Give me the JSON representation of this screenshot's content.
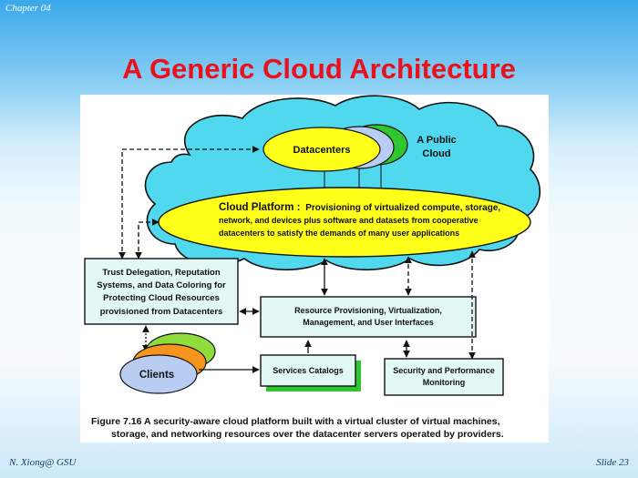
{
  "slide": {
    "chapter": "Chapter 04",
    "title": "A Generic Cloud Architecture",
    "author": "N. Xiong@ GSU",
    "slide_number": "Slide 23"
  },
  "diagram": {
    "datacenters": "Datacenters",
    "public_cloud_line1": "A Public",
    "public_cloud_line2": "Cloud",
    "platform_title": "Cloud Platform :",
    "platform_line1": "Provisioning of virtualized compute, storage,",
    "platform_line2": "network, and devices plus software and datasets from cooperative",
    "platform_line3": "datacenters to satisfy the demands of many user applications",
    "trust_line1": "Trust Delegation, Reputation",
    "trust_line2": "Systems, and Data Coloring for",
    "trust_line3": "Protecting Cloud Resources",
    "trust_line4": "provisioned from Datacenters",
    "resource_line1": "Resource Provisioning, Virtualization,",
    "resource_line2": "Management, and User Interfaces",
    "clients": "Clients",
    "services": "Services Catalogs",
    "security_line1": "Security and Performance",
    "security_line2": "Monitoring"
  },
  "caption": {
    "line1": "Figure 7.16  A  security-aware cloud platform built with a virtual cluster of virtual machines,",
    "line2": "storage, and  networking resources over the datacenter servers operated by providers."
  },
  "colors": {
    "cloud_fill": "#4fd8ee",
    "platform_fill": "#ffff1a",
    "box_fill": "#e2f8f6",
    "title_red": "#e8121c"
  }
}
